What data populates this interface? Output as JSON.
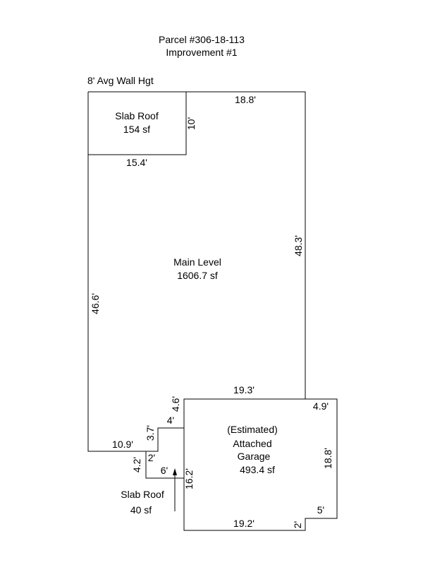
{
  "header": {
    "parcel": "Parcel #306-18-113",
    "improvement": "Improvement #1"
  },
  "wall_height": "8' Avg Wall Hgt",
  "areas": {
    "slab_roof_top": {
      "name": "Slab Roof",
      "area": "154 sf"
    },
    "main_level": {
      "name": "Main Level",
      "area": "1606.7 sf"
    },
    "garage": {
      "line1": "(Estimated)",
      "line2": "Attached",
      "line3": "Garage",
      "area": "493.4 sf"
    },
    "slab_roof_bottom": {
      "name": "Slab Roof",
      "area": "40 sf"
    }
  },
  "dimensions": {
    "top_right": "18.8'",
    "slab_height": "10'",
    "slab_width": "15.4'",
    "main_right": "48.3'",
    "main_left": "46.6'",
    "garage_top": "19.3'",
    "garage_step_height": "4.6'",
    "garage_top_right": "4.9'",
    "step_a_width": "4'",
    "step_a_height": "3.7'",
    "main_bottom": "10.9'",
    "step_b_width": "2'",
    "step_c_height": "4.2'",
    "step_c_width": "6'",
    "garage_left": "16.2'",
    "garage_right": "18.8'",
    "notch_width": "5'",
    "notch_height": "2'",
    "garage_bottom": "19.2'"
  },
  "colors": {
    "line": "#000000",
    "background": "#ffffff"
  }
}
